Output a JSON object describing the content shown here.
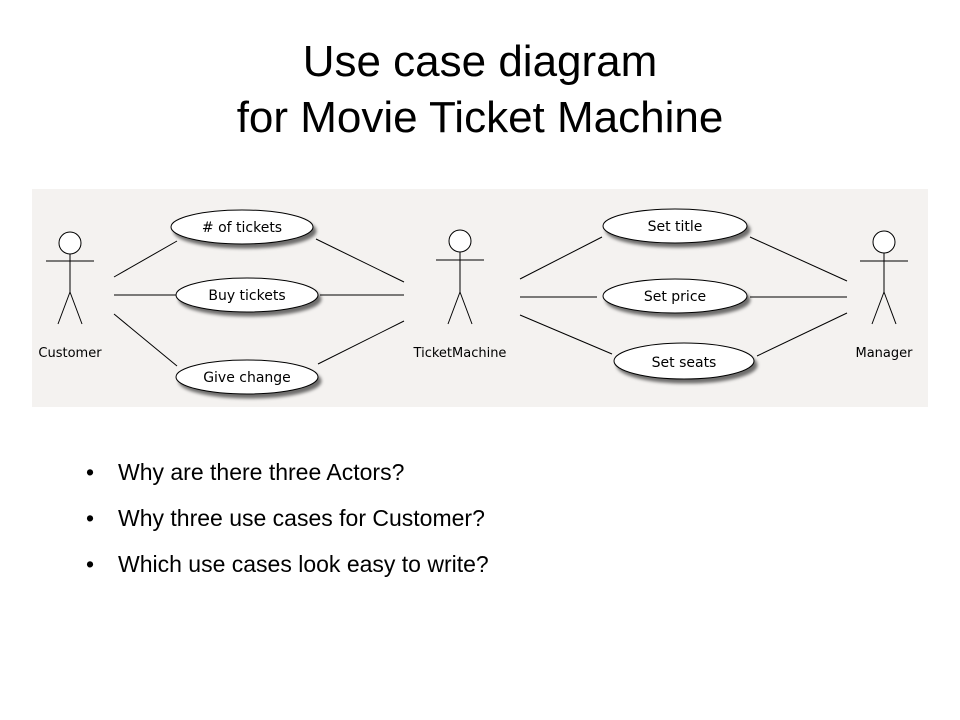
{
  "slide": {
    "title_line1": "Use case diagram",
    "title_line2": "for Movie Ticket Machine"
  },
  "diagram": {
    "background": "#f4f2f0",
    "actors": {
      "customer": "Customer",
      "ticket_machine": "TicketMachine",
      "manager": "Manager"
    },
    "use_cases": {
      "num_tickets": "# of tickets",
      "buy_tickets": "Buy tickets",
      "give_change": "Give change",
      "set_title": "Set title",
      "set_price": "Set price",
      "set_seats": "Set seats"
    }
  },
  "bullets": [
    "Why are there three Actors?",
    "Why three use cases for Customer?",
    "Which use cases look easy to write?"
  ]
}
